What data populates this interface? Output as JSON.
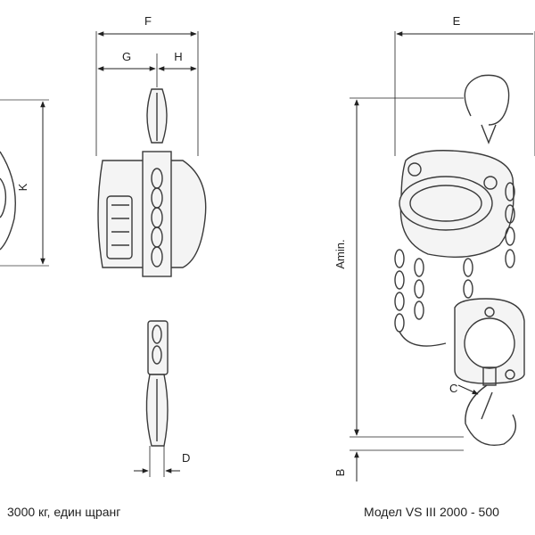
{
  "dimension_labels": {
    "F": "F",
    "G": "G",
    "H": "H",
    "K": "K",
    "D": "D",
    "E": "E",
    "A": "Amin.",
    "B": "B",
    "C": "C"
  },
  "captions": {
    "left": "3000 кг, един щранг",
    "right": "Модел VS III 2000 - 500"
  },
  "colors": {
    "line": "#3a3a3a",
    "body_fill": "#f4f4f4",
    "background": "#ffffff"
  }
}
